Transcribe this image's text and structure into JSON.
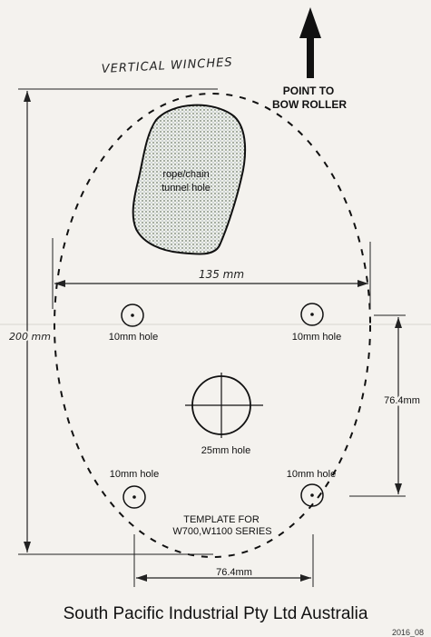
{
  "header": {
    "handwritten_title": "VERTICAL WINCHES",
    "direction_label_line1": "POINT TO",
    "direction_label_line2": "BOW ROLLER"
  },
  "tunnel": {
    "label_line1": "rope/chain",
    "label_line2": "tunnel hole"
  },
  "dimensions": {
    "width_handwritten": "135 mm",
    "height_handwritten": "200 mm",
    "vertical_spacing": "76.4mm",
    "horizontal_spacing": "76.4mm"
  },
  "holes": {
    "top_left": "10mm hole",
    "top_right": "10mm hole",
    "bottom_left": "10mm hole",
    "bottom_right": "10mm hole",
    "center": "25mm hole"
  },
  "template": {
    "line1": "TEMPLATE FOR",
    "line2": "W700,W1100 SERIES"
  },
  "footer": {
    "company": "South Pacific Industrial Pty Ltd Australia",
    "date": "2016_08"
  }
}
